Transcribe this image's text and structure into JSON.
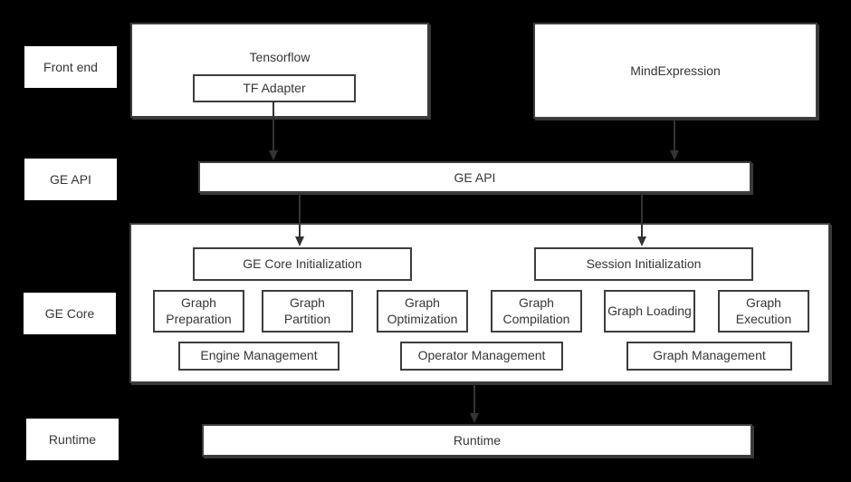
{
  "side_labels": {
    "front_end": "Front end",
    "ge_api": "GE API",
    "ge_core": "GE Core",
    "runtime": "Runtime"
  },
  "front_end": {
    "tensorflow_label": "Tensorflow",
    "tf_adapter_label": "TF Adapter",
    "mind_expression_label": "MindExpression"
  },
  "ge_api_bar_label": "GE API",
  "ge_core": {
    "init_boxes": [
      {
        "label": "GE Core Initialization"
      },
      {
        "label": "Session Initialization"
      }
    ],
    "function_boxes": [
      "Graph Preparation",
      "Graph Partition",
      "Graph Optimization",
      "Graph Compilation",
      "Graph Loading",
      "Graph Execution"
    ],
    "management_boxes": [
      "Engine Management",
      "Operator Management",
      "Graph Management"
    ]
  },
  "runtime_bar_label": "Runtime",
  "colors": {
    "background": "#000000",
    "box_fill": "#ffffff",
    "box_border": "#3d3d3d",
    "text": "#363636",
    "arrow": "#333333"
  }
}
